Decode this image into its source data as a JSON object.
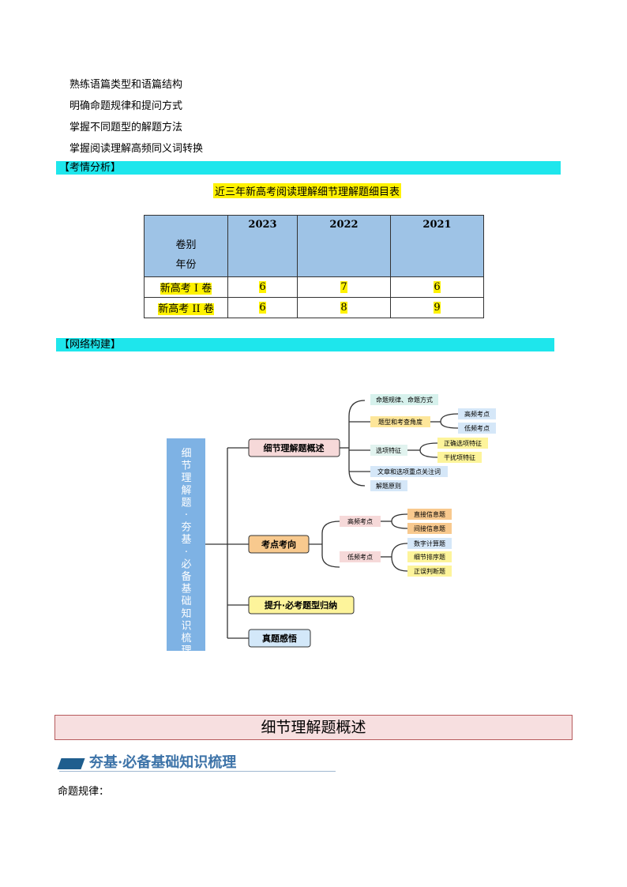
{
  "goals": [
    "熟练语篇类型和语篇结构",
    "明确命题规律和提问方式",
    "掌握不同题型的解题方法",
    "掌握阅读理解高频同义词转换"
  ],
  "section_analysis": "【考情分析】",
  "table": {
    "title": "近三年新高考阅读理解细节理解题细目表",
    "corner_top": "卷别",
    "corner_bottom": "年份",
    "years": [
      "2023",
      "2022",
      "2021"
    ],
    "rows": [
      {
        "name": "新高考 I 卷",
        "values": [
          "6",
          "7",
          "6"
        ]
      },
      {
        "name": "新高考 II 卷",
        "values": [
          "6",
          "8",
          "9"
        ]
      }
    ]
  },
  "section_network": "【网络构建】",
  "mindmap": {
    "root": "细节理解题·夯基·必备基础知识梳理",
    "branches": [
      "细节理解题概述",
      "考点考向",
      "提升·必考题型归纳",
      "真题感悟"
    ],
    "overview_children": [
      "命题规律、命题方式",
      "题型和考查角度",
      "选项特征",
      "文章和选项重点关注词",
      "解题原则"
    ],
    "angle_children": [
      "高频考点",
      "低频考点"
    ],
    "option_children": [
      "正确选项特征",
      "干扰项特征"
    ],
    "kaodian_children": [
      "高频考点",
      "低频考点"
    ],
    "high_children": [
      "直接信息题",
      "间接信息题"
    ],
    "low_children": [
      "数字计算题",
      "细节排序题",
      "正误判断题"
    ]
  },
  "chapter_title": "细节理解题概述",
  "section_title": "夯基·必备基础知识梳理",
  "rule_label": "命题规律："
}
